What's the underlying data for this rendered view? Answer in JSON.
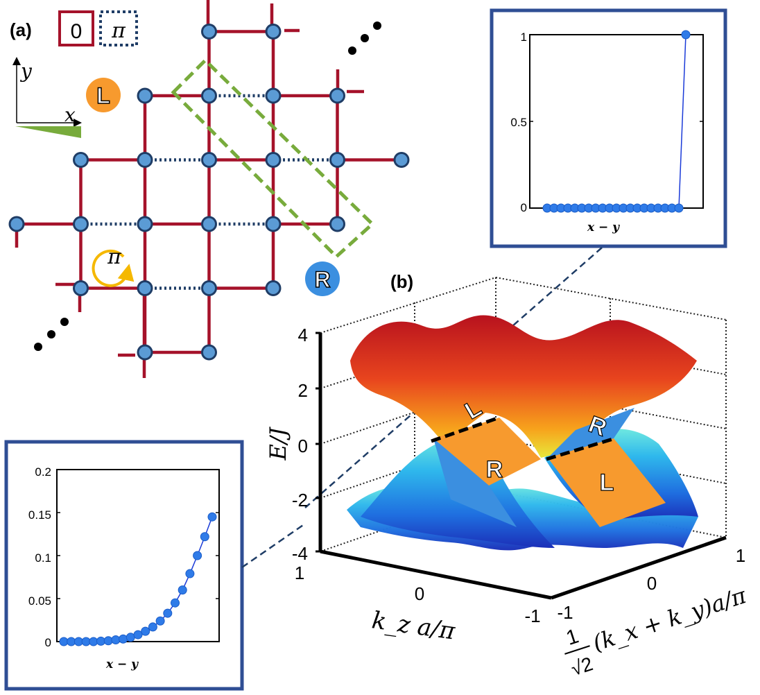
{
  "panel_a": {
    "label": "(a)",
    "legend_solid": "0",
    "legend_dotted": "π",
    "axis_y": "y",
    "axis_x": "x",
    "badge_left": "L",
    "badge_right": "R",
    "flux": "π",
    "colors": {
      "bond_solid": "#a5122a",
      "bond_dotted": "#1f3d66",
      "site": "#5b9bd5",
      "site_edge": "#1f3d66",
      "strip": "#78ab3c",
      "orange": "#f79a2e",
      "blue": "#3b8fe0",
      "flux": "#f5b800"
    }
  },
  "panel_b": {
    "label": "(b)",
    "ylabel": "E/J",
    "zticks": [
      "4",
      "2",
      "0",
      "-2",
      "-4"
    ],
    "kz_label": "k_z a/π",
    "kz_ticks": [
      "1",
      "0",
      "-1"
    ],
    "kd_label_num": "1",
    "kd_label_den": "√2",
    "kd_label_rest": "(k_x + k_y)a/π",
    "kd_ticks": [
      "-1",
      "0",
      "1"
    ],
    "surface_labels": [
      "L",
      "R",
      "R",
      "L"
    ]
  },
  "inset_top": {
    "xlabel": "x − y",
    "yticks": [
      "1",
      "0.5",
      "0"
    ]
  },
  "inset_bottom": {
    "xlabel": "x − y",
    "yticks": [
      "0.2",
      "0.15",
      "0.1",
      "0.05",
      "0"
    ]
  },
  "chart_data": [
    {
      "type": "line",
      "panel": "inset_top",
      "xlabel": "x − y",
      "ylabel": "",
      "ylim": [
        0,
        1
      ],
      "series": [
        {
          "x": [
            0,
            1,
            2,
            3,
            4,
            5,
            6,
            7,
            8,
            9,
            10,
            11,
            12,
            13,
            14,
            15,
            16,
            17,
            18,
            19,
            20
          ],
          "values": [
            0,
            0,
            0,
            0,
            0,
            0,
            0,
            0,
            0,
            0,
            0,
            0,
            0,
            0,
            0,
            0,
            0,
            0,
            0,
            0,
            1
          ]
        }
      ]
    },
    {
      "type": "line",
      "panel": "inset_bottom",
      "xlabel": "x − y",
      "ylabel": "",
      "ylim": [
        0,
        0.2
      ],
      "series": [
        {
          "x": [
            0,
            1,
            2,
            3,
            4,
            5,
            6,
            7,
            8,
            9,
            10,
            11,
            12,
            13,
            14,
            15,
            16,
            17,
            18,
            19,
            20
          ],
          "values": [
            0,
            0,
            0,
            0,
            0,
            0.0005,
            0.001,
            0.002,
            0.003,
            0.005,
            0.008,
            0.012,
            0.017,
            0.024,
            0.033,
            0.045,
            0.06,
            0.079,
            0.1,
            0.122,
            0.145
          ]
        }
      ]
    }
  ]
}
